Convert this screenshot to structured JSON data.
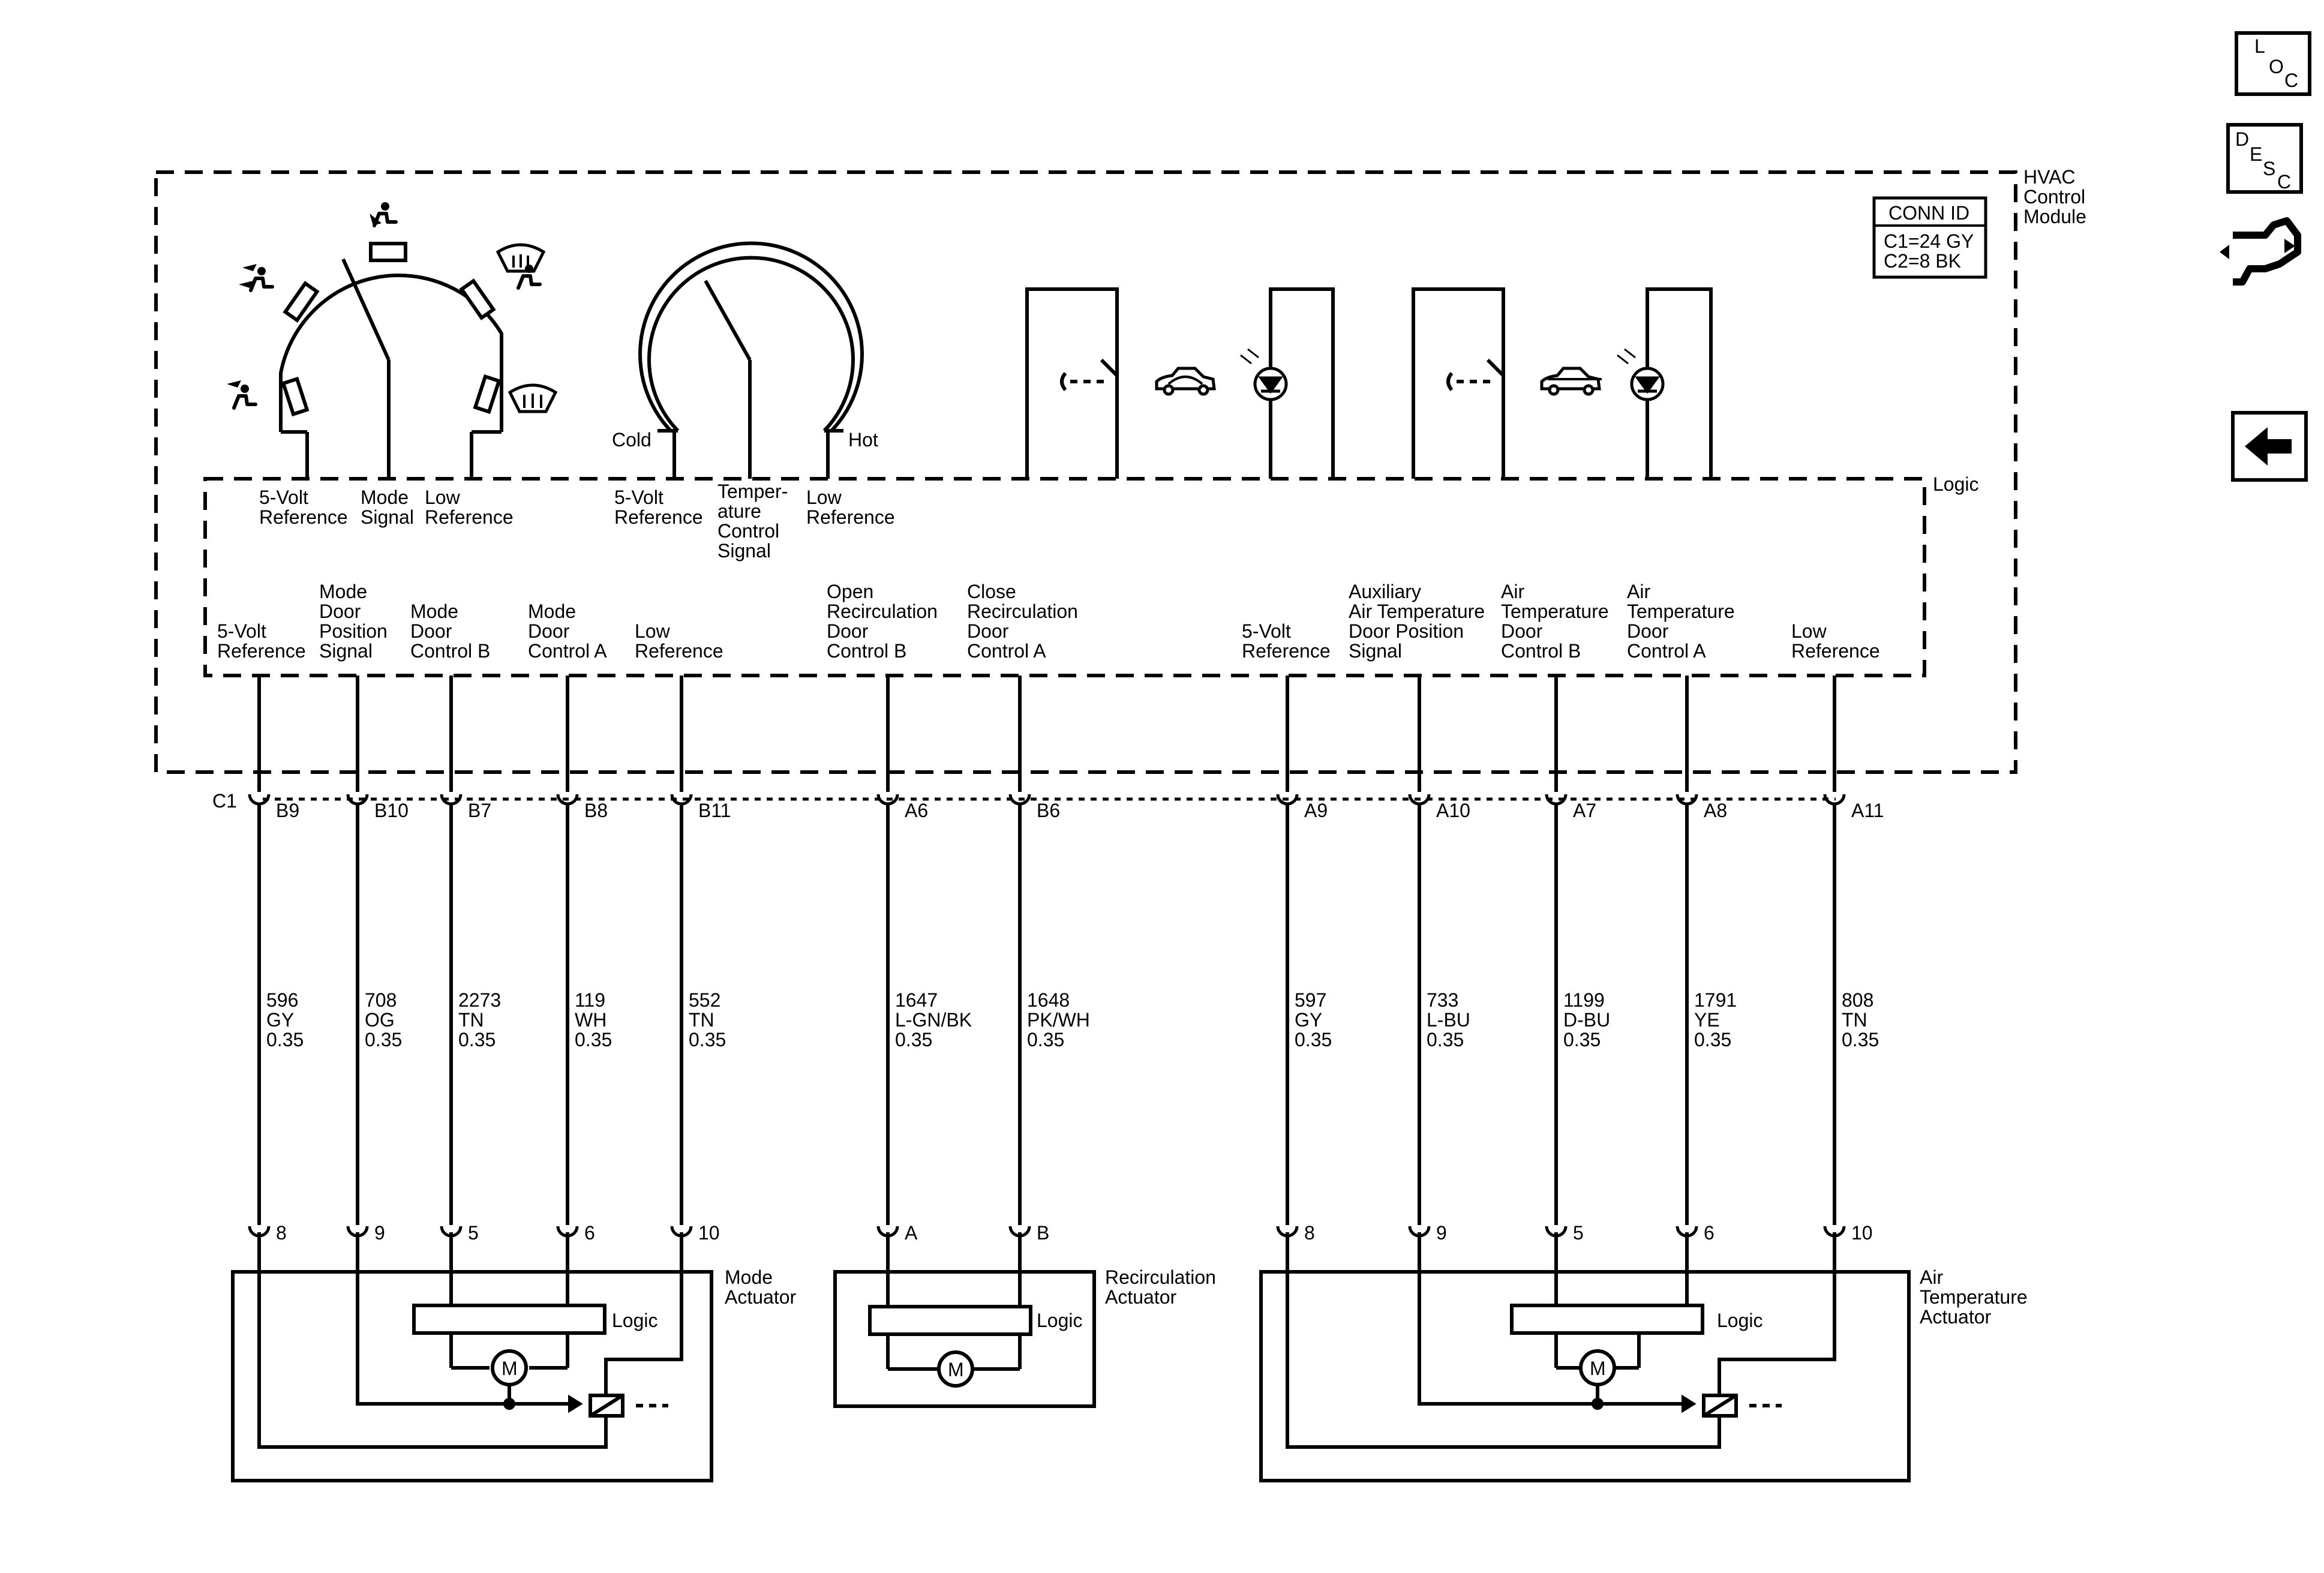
{
  "nav": {
    "loc": {
      "l": "L",
      "o": "O",
      "c": "C"
    },
    "desc": {
      "d": "D",
      "e": "E",
      "s": "S",
      "c": "C"
    }
  },
  "module": {
    "title": [
      "HVAC",
      "Control",
      "Module"
    ],
    "conn_header": "CONN ID",
    "conn_lines": [
      "C1=24 GY",
      "C2=8 BK"
    ],
    "logic": "Logic",
    "connector": "C1"
  },
  "mode_switch": {
    "labels": [
      [
        "5-Volt",
        "Reference"
      ],
      [
        "Mode",
        "Signal"
      ],
      [
        "Low",
        "Reference"
      ]
    ]
  },
  "temp_switch": {
    "cold": "Cold",
    "hot": "Hot",
    "labels": [
      [
        "5-Volt",
        "Reference"
      ],
      [
        "Temper-",
        "ature",
        "Control",
        "Signal"
      ],
      [
        "Low",
        "Reference"
      ]
    ]
  },
  "circuits": [
    {
      "pin": "B9",
      "func": [
        "5-Volt",
        "Reference"
      ],
      "wire": [
        "596",
        "GY",
        "0.35"
      ],
      "term": "8"
    },
    {
      "pin": "B10",
      "func": [
        "Mode",
        "Door",
        "Position",
        "Signal"
      ],
      "wire": [
        "708",
        "OG",
        "0.35"
      ],
      "term": "9"
    },
    {
      "pin": "B7",
      "func": [
        "Mode",
        "Door",
        "Control B"
      ],
      "wire": [
        "2273",
        "TN",
        "0.35"
      ],
      "term": "5"
    },
    {
      "pin": "B8",
      "func": [
        "Mode",
        "Door",
        "Control A"
      ],
      "wire": [
        "119",
        "WH",
        "0.35"
      ],
      "term": "6"
    },
    {
      "pin": "B11",
      "func": [
        "Low",
        "Reference"
      ],
      "wire": [
        "552",
        "TN",
        "0.35"
      ],
      "term": "10"
    },
    {
      "pin": "A6",
      "func": [
        "Open",
        "Recirculation",
        "Door",
        "Control B"
      ],
      "wire": [
        "1647",
        "L-GN/BK",
        "0.35"
      ],
      "term": "A"
    },
    {
      "pin": "B6",
      "func": [
        "Close",
        "Recirculation",
        "Door",
        "Control A"
      ],
      "wire": [
        "1648",
        "PK/WH",
        "0.35"
      ],
      "term": "B"
    },
    {
      "pin": "A9",
      "func": [
        "5-Volt",
        "Reference"
      ],
      "wire": [
        "597",
        "GY",
        "0.35"
      ],
      "term": "8"
    },
    {
      "pin": "A10",
      "func": [
        "Auxiliary",
        "Air Temperature",
        "Door Position",
        "Signal"
      ],
      "wire": [
        "733",
        "L-BU",
        "0.35"
      ],
      "term": "9"
    },
    {
      "pin": "A7",
      "func": [
        "Air",
        "Temperature",
        "Door",
        "Control B"
      ],
      "wire": [
        "1199",
        "D-BU",
        "0.35"
      ],
      "term": "5"
    },
    {
      "pin": "A8",
      "func": [
        "Air",
        "Temperature",
        "Door",
        "Control A"
      ],
      "wire": [
        "1791",
        "YE",
        "0.35"
      ],
      "term": "6"
    },
    {
      "pin": "A11",
      "func": [
        "Low",
        "Reference"
      ],
      "wire": [
        "808",
        "TN",
        "0.35"
      ],
      "term": "10"
    }
  ],
  "actuators": {
    "mode": {
      "name": [
        "Mode",
        "Actuator"
      ],
      "logic": "Logic",
      "motor": "M"
    },
    "recirc": {
      "name": [
        "Recirculation",
        "Actuator"
      ],
      "logic": "Logic",
      "motor": "M"
    },
    "airtemp": {
      "name": [
        "Air",
        "Temperature",
        "Actuator"
      ],
      "logic": "Logic",
      "motor": "M"
    }
  }
}
